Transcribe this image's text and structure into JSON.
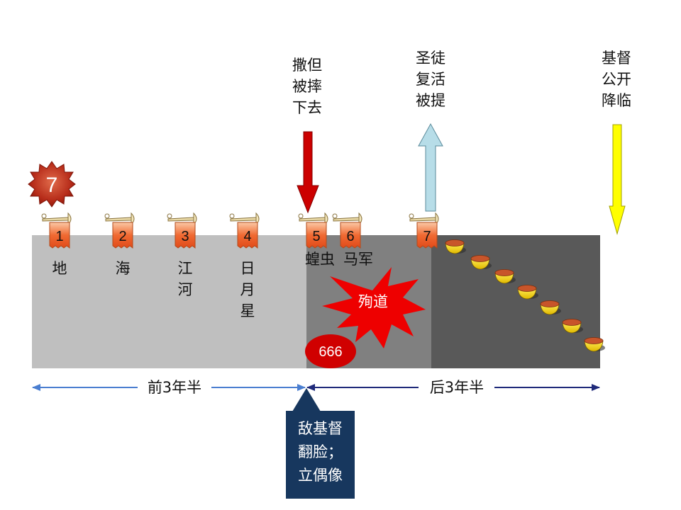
{
  "seal": {
    "number": "7"
  },
  "trumpets": [
    {
      "number": "1",
      "effect": "地"
    },
    {
      "number": "2",
      "effect": "海"
    },
    {
      "number": "3",
      "effect": "江\n河"
    },
    {
      "number": "4",
      "effect": "日\n月\n星"
    },
    {
      "number": "5",
      "effect": "蝗虫"
    },
    {
      "number": "6",
      "effect": "马军"
    },
    {
      "number": "7",
      "effect": ""
    }
  ],
  "events": {
    "satan_cast_down": "撒但\n被摔\n下去",
    "saints_raptured": "圣徒\n复活\n被提",
    "christ_returns": "基督\n公开\n降临"
  },
  "martyrdom_label": "殉道",
  "beast_number": "666",
  "periods": {
    "first_half": "前3年半",
    "second_half": "后3年半"
  },
  "antichrist_box": "敌基督\n翻脸；\n立偶像",
  "bowls_count": 7,
  "colors": {
    "band_light": "#bfbfbf",
    "band_mid": "#808080",
    "band_dark": "#595959",
    "trumpet_card": "#f06a32",
    "red_arrow": "#cc0000",
    "light_blue_arrow": "#b7dde8",
    "yellow_arrow": "#ffff00",
    "left_period_arrow": "#4a7ed0",
    "right_period_arrow": "#1f2a7a",
    "antichrist_box": "#17375e"
  }
}
